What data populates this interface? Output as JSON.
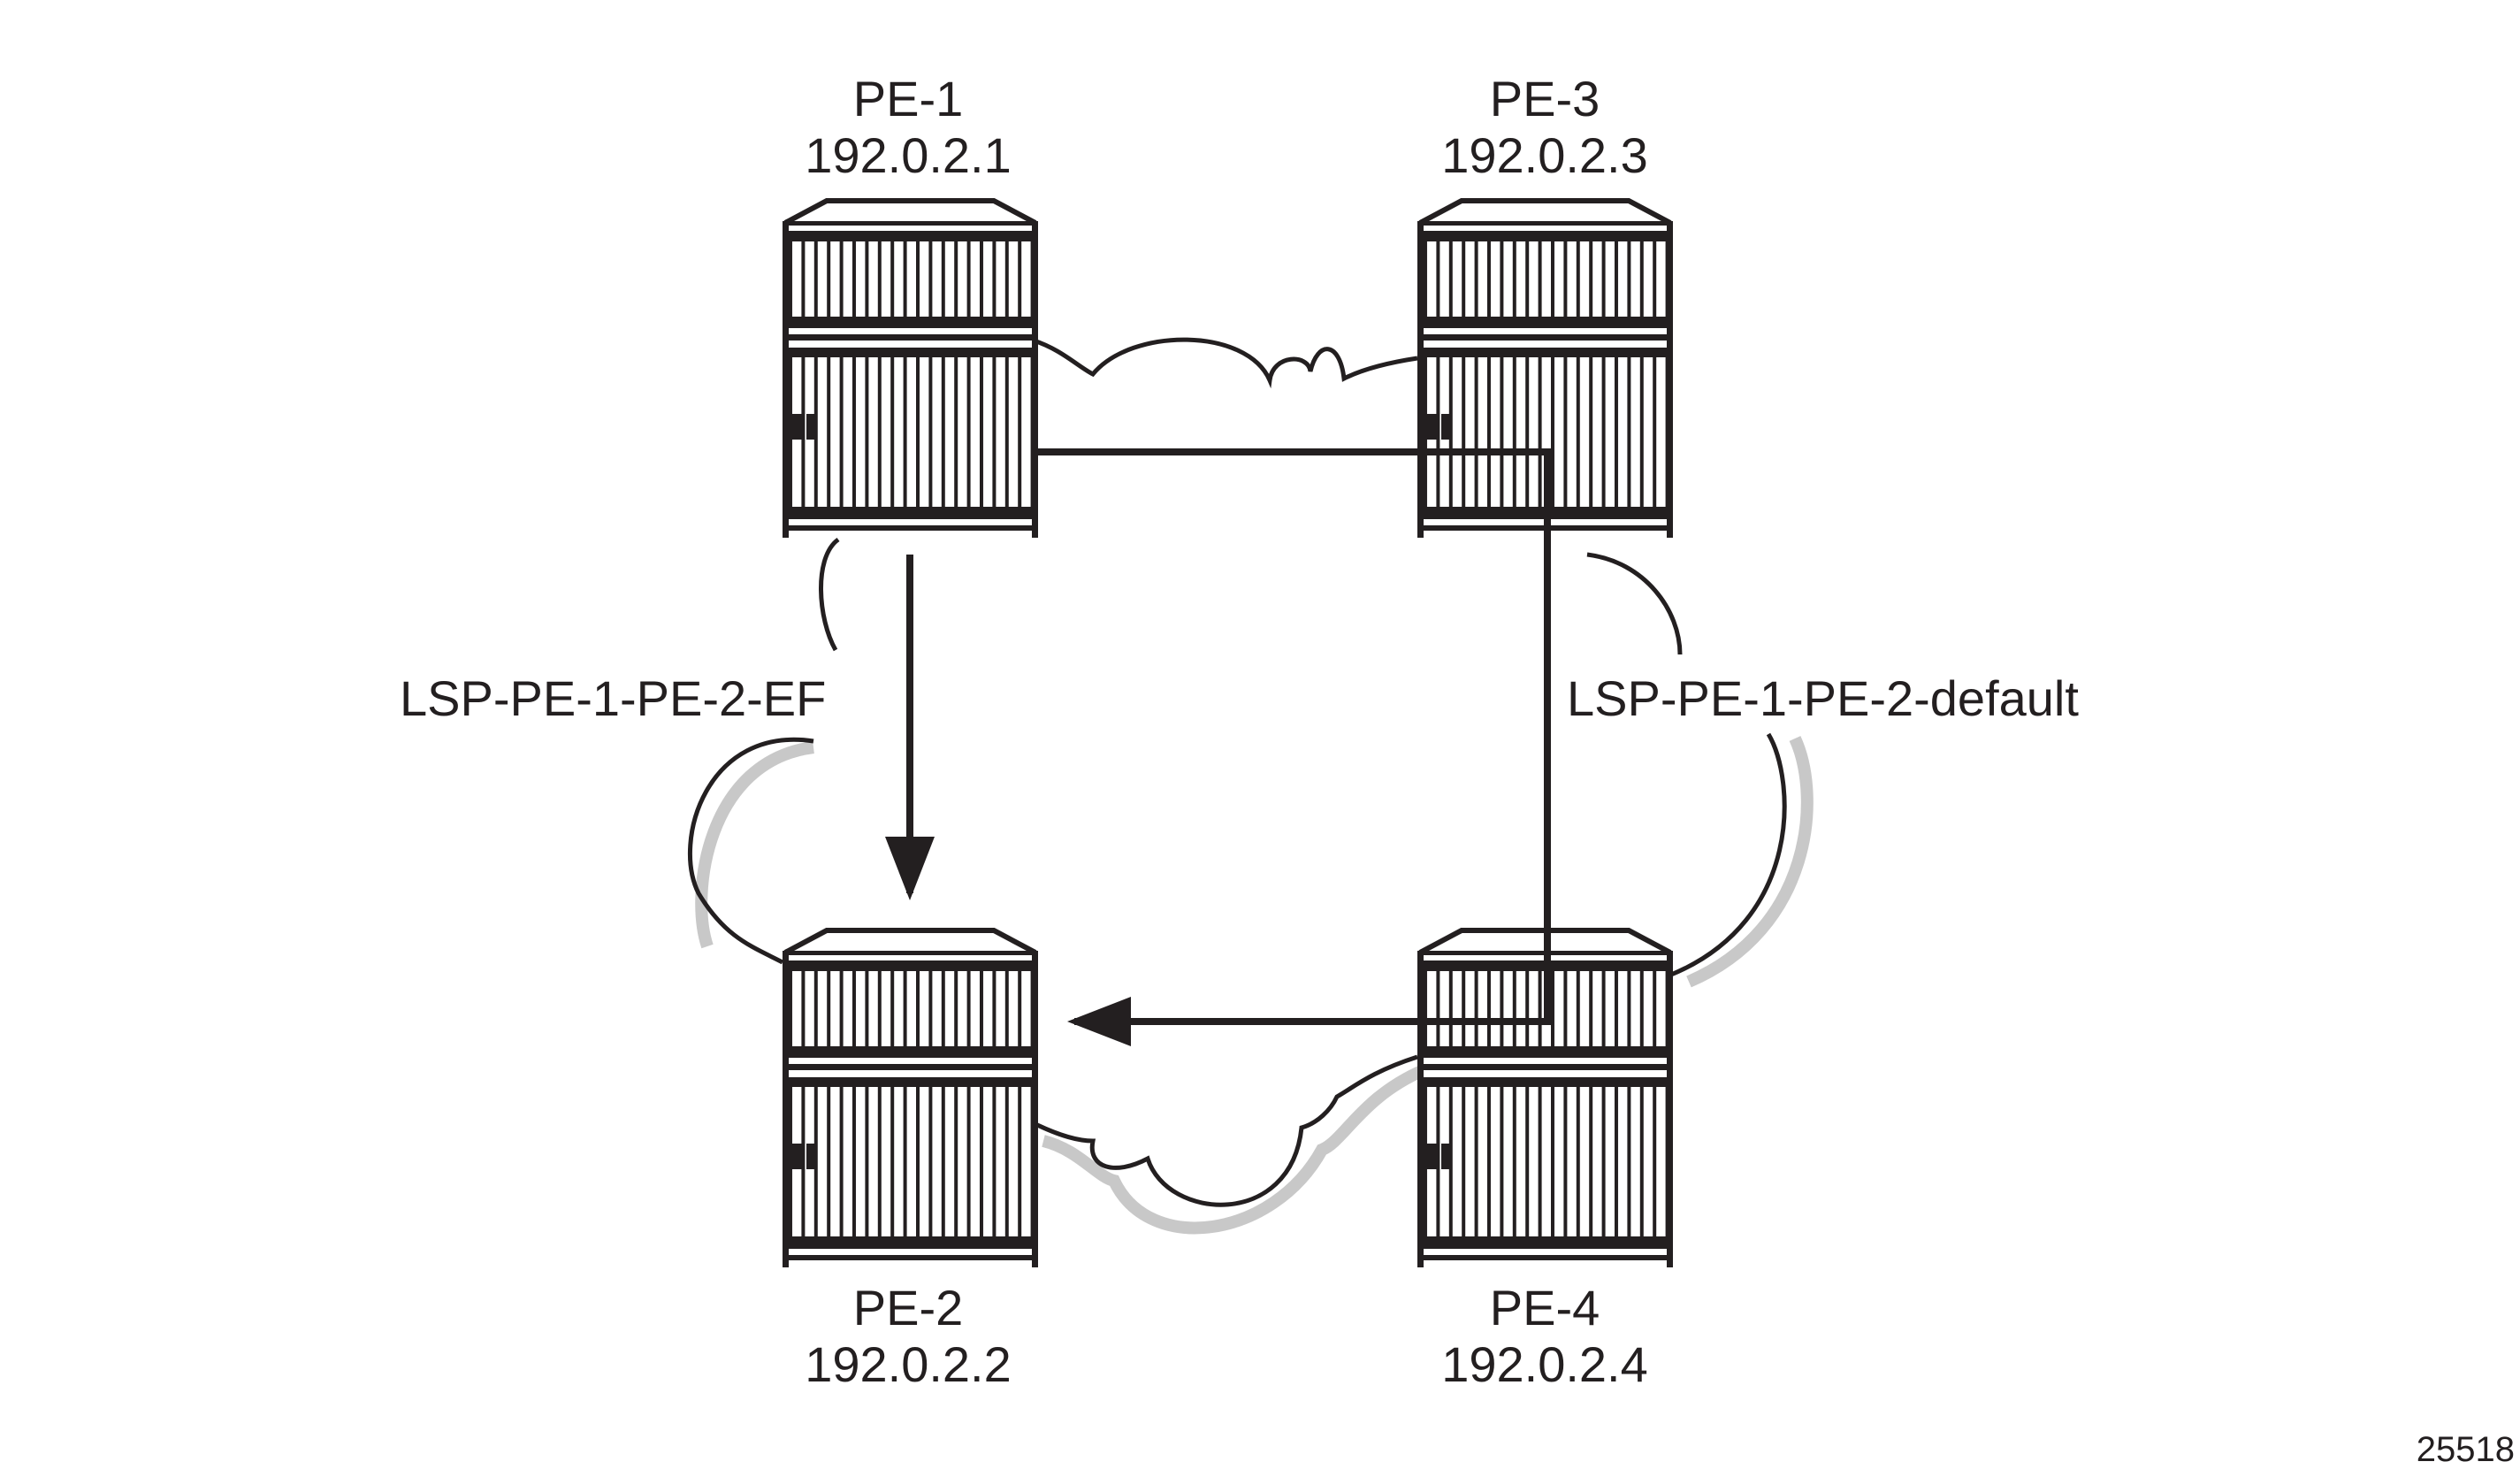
{
  "nodes": [
    {
      "name": "PE-1",
      "ip": "192.0.2.1"
    },
    {
      "name": "PE-2",
      "ip": "192.0.2.2"
    },
    {
      "name": "PE-3",
      "ip": "192.0.2.3"
    },
    {
      "name": "PE-4",
      "ip": "192.0.2.4"
    }
  ],
  "lsps": {
    "ef": "LSP-PE-1-PE-2-EF",
    "default": "LSP-PE-1-PE-2-default"
  },
  "figure_id": "25518",
  "colors": {
    "line": "#231f20",
    "shadow": "#c8c8c8"
  }
}
